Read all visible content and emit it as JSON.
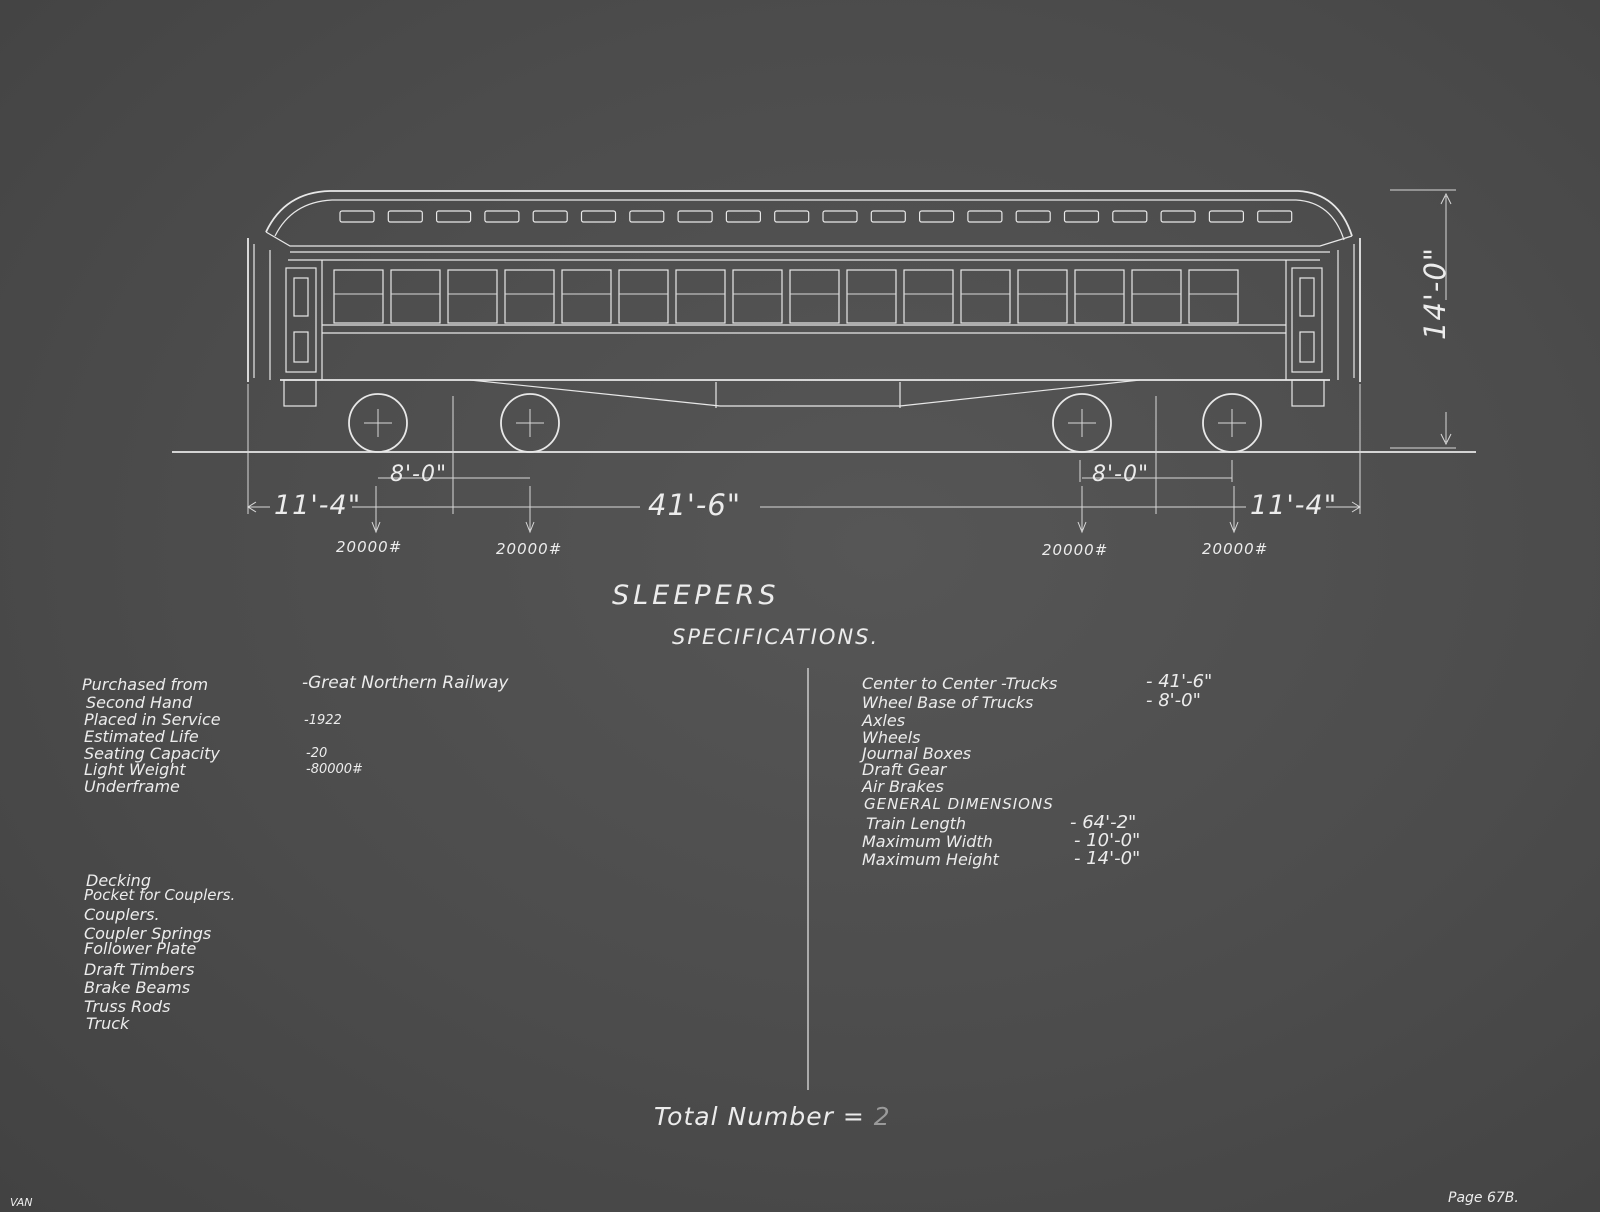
{
  "drawing": {
    "dimensions": {
      "height": "14'-0\"",
      "end_left": "11'-4\"",
      "end_right": "11'-4\"",
      "center": "41'-6\"",
      "wheelbase_left": "8'-0\"",
      "wheelbase_right": "8'-0\""
    },
    "loads": [
      "20000#",
      "20000#",
      "20000#",
      "20000#"
    ]
  },
  "title": "SLEEPERS",
  "subtitle": "SPECIFICATIONS.",
  "left_specs": {
    "purchased_from_label": "Purchased from",
    "purchased_from_value": "-Great Northern Railway",
    "second_hand_label": "Second Hand",
    "placed_in_service_label": "Placed in Service",
    "placed_in_service_value": "-1922",
    "estimated_life_label": "Estimated Life",
    "seating_capacity_label": "Seating Capacity",
    "seating_capacity_value": "-20",
    "light_weight_label": "Light Weight",
    "light_weight_value": "-80000#",
    "underframe_label": "Underframe"
  },
  "lower_left_items": [
    "Decking",
    "Pocket for Couplers.",
    "Couplers.",
    "Coupler Springs",
    "Follower Plate",
    "Draft Timbers",
    "Brake Beams",
    "Truss Rods",
    "Truck"
  ],
  "right_specs": {
    "center_to_center_label": "Center to Center -Trucks",
    "center_to_center_value": "- 41'-6\"",
    "wheel_base_label": "Wheel Base of Trucks",
    "wheel_base_value": "- 8'-0\"",
    "axles_label": "Axles",
    "wheels_label": "Wheels",
    "journal_boxes_label": "Journal Boxes",
    "draft_gear_label": "Draft Gear",
    "air_brakes_label": "Air Brakes",
    "general_dimensions_label": "GENERAL DIMENSIONS",
    "train_length_label": "Train Length",
    "train_length_value": "- 64'-2\"",
    "max_width_label": "Maximum Width",
    "max_width_value": "- 10'-0\"",
    "max_height_label": "Maximum Height",
    "max_height_value": "- 14'-0\""
  },
  "total": {
    "label": "Total Number =",
    "value": "2"
  },
  "corner_left": "VAN",
  "page_label": "Page 67B."
}
